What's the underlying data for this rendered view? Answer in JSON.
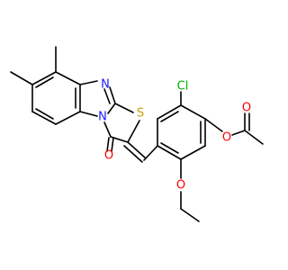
{
  "atoms": {
    "N1": "N",
    "N2": "N",
    "S": "S",
    "O1": "O",
    "O2": "O",
    "O3": "O",
    "O4": "O",
    "Cl": "Cl"
  },
  "colors": {
    "bond": "#000000",
    "N": "#1a1aff",
    "O": "#ff0000",
    "S": "#c8a000",
    "Cl": "#00b000"
  }
}
